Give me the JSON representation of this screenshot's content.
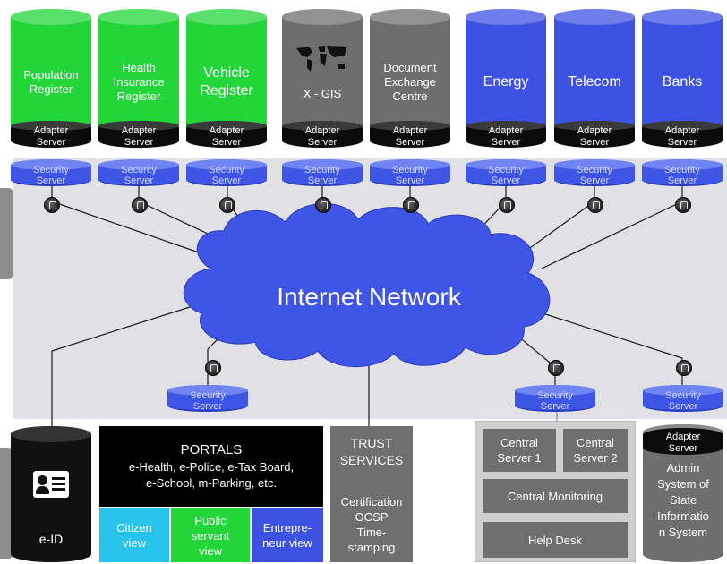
{
  "registries": [
    {
      "label": "Population\nRegister",
      "color": "#22d63a",
      "big": false
    },
    {
      "label": "Health\nInsurance\nRegister",
      "color": "#22d63a",
      "big": false
    },
    {
      "label": "Vehicle\nRegister",
      "color": "#22d63a",
      "big": true
    },
    {
      "label": "X - GIS",
      "color": "#6e6e6e",
      "big": false
    },
    {
      "label": "Document\nExchange\nCentre",
      "color": "#6e6e6e",
      "big": false
    },
    {
      "label": "Energy",
      "color": "#3d52e3",
      "big": true
    },
    {
      "label": "Telecom",
      "color": "#3d52e3",
      "big": true
    },
    {
      "label": "Banks",
      "color": "#3d52e3",
      "big": true
    }
  ],
  "adapter_label": "Adapter\nServer",
  "security_label": "Security\nServer",
  "network_label": "Internet Network",
  "eid_label": "e-ID",
  "portals": {
    "title": "PORTALS",
    "subtitle": "e-Health, e-Police, e-Tax Board,\ne-School, m-Parking, etc.",
    "views": [
      {
        "label": "Citizen\nview",
        "color": "#27c3ea"
      },
      {
        "label": "Public\nservant\nview",
        "color": "#22d63a"
      },
      {
        "label": "Entrepre-\nneur view",
        "color": "#3d52e3"
      }
    ]
  },
  "trust": {
    "title": "TRUST\nSERVICES",
    "body": "Certification\nOCSP\nTime-\nstamping"
  },
  "central": {
    "server1": "Central\nServer 1",
    "server2": "Central\nServer 2",
    "monitoring": "Central Monitoring",
    "helpdesk": "Help Desk"
  },
  "admin": {
    "label": "Admin\nSystem of\nState\nInformatio\nn System"
  },
  "colors": {
    "green": "#22d63a",
    "gray": "#6e6e6e",
    "blue": "#3d52e3",
    "cyan": "#27c3ea",
    "cloud": "#3f55e6"
  }
}
